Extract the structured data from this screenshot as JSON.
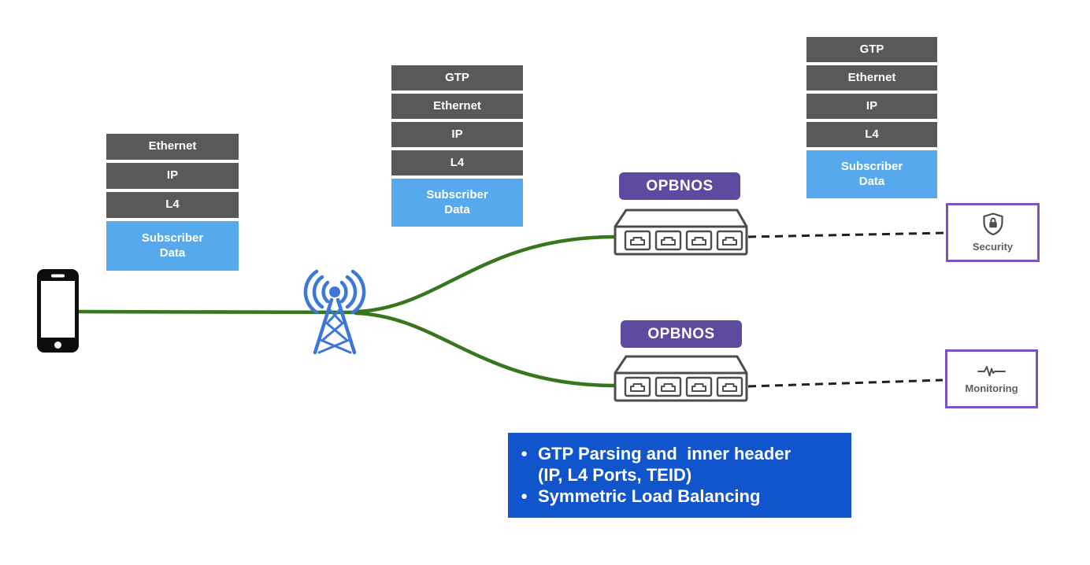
{
  "colors": {
    "layer_gray": "#595959",
    "subscriber_blue": "#57a9ee",
    "opbnos_purple": "#5e4a9e",
    "endpoint_border_purple": "#7c53c5",
    "info_box_blue": "#1155cc",
    "link_green": "#38761d",
    "tower_blue": "#3c78d8",
    "outline_gray": "#4d4d4d"
  },
  "icons": {
    "phone": "smartphone-icon",
    "tower": "cell-tower-icon",
    "switch": "network-switch-icon",
    "security": "shield-lock-icon",
    "monitoring": "pulse-icon"
  },
  "stacks": [
    {
      "id": "access",
      "layers": [
        "Ethernet",
        "IP",
        "L4",
        "Subscriber\nData"
      ]
    },
    {
      "id": "ran-gtp",
      "layers": [
        "GTP",
        "Ethernet",
        "IP",
        "L4",
        "Subscriber\nData"
      ]
    },
    {
      "id": "core-gtp",
      "layers": [
        "GTP",
        "Ethernet",
        "IP",
        "L4",
        "Subscriber\nData"
      ]
    }
  ],
  "switches": [
    {
      "label": "OPBNOS"
    },
    {
      "label": "OPBNOS"
    }
  ],
  "endpoints": [
    {
      "label": "Security"
    },
    {
      "label": "Monitoring"
    }
  ],
  "info_box": {
    "bullet": "●",
    "bullet1_line1": "GTP Parsing and  inner header",
    "bullet1_line2": "(IP, L4 Ports, TEID)",
    "bullet2": "Symmetric Load Balancing"
  }
}
